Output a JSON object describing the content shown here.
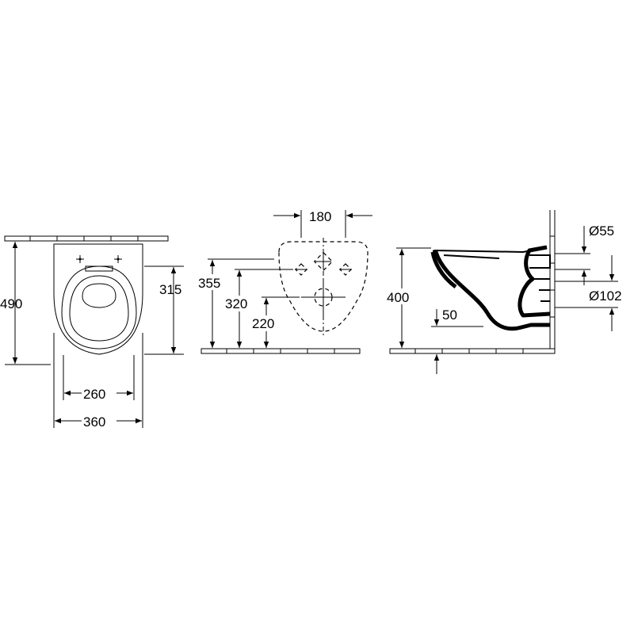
{
  "front_view": {
    "height_total": "490",
    "height_fixing": "315",
    "width_inner": "260",
    "width_outer": "360"
  },
  "rear_view": {
    "fixing_spacing": "180",
    "height_355": "355",
    "height_320": "320",
    "height_220": "220"
  },
  "side_view": {
    "height_rim": "400",
    "offset_floor": "50",
    "diameter_inlet": "Ø55",
    "diameter_outlet": "Ø102"
  }
}
